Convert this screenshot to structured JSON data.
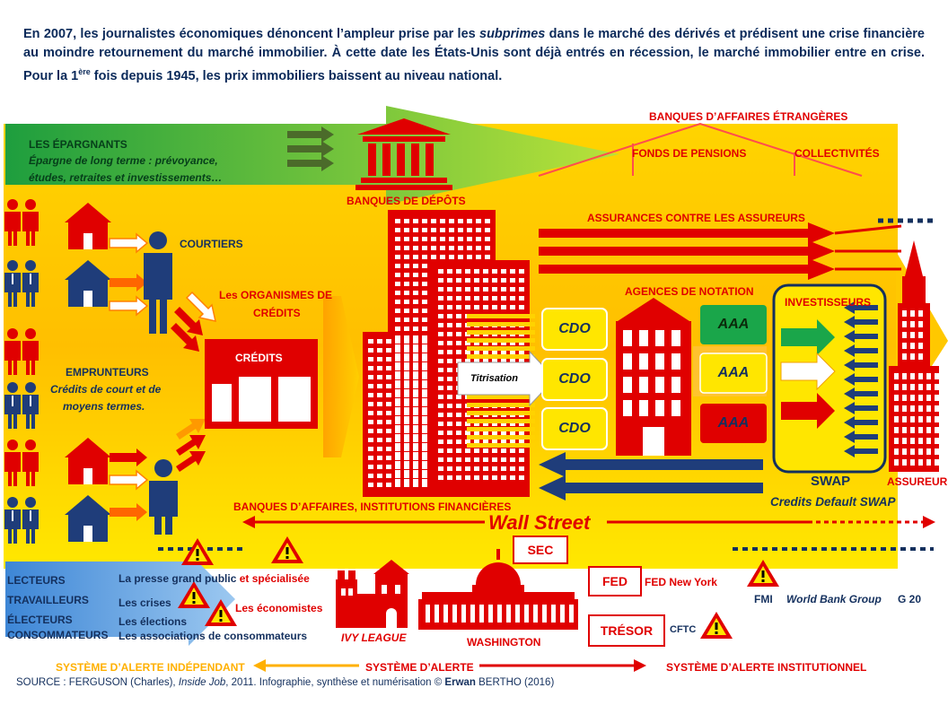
{
  "intro": {
    "part1": "En 2007, les journalistes économiques dénoncent l’ampleur prise par les ",
    "emph": "subprimes",
    "part2": " dans le marché des dérivés et prédisent une crise financière au moindre retournement du marché immobilier. À cette date les États-Unis sont déjà entrés en récession, le marché immobilier entre en crise. Pour la 1",
    "sup": "ère",
    "part3": " fois depuis 1945, les prix immobiliers baissent au niveau national."
  },
  "labels": {
    "epargnants_title": "LES ÉPARGNANTS",
    "epargnants_line1": "Épargne de long terme : prévoyance,",
    "epargnants_line2": "études, retraites et investissements…",
    "banques_etrangeres": "BANQUES D’AFFAIRES ÉTRANGÈRES",
    "fonds_pensions": "FONDS DE PENSIONS",
    "collectivites": "COLLECTIVITÉS",
    "banques_depots": "BANQUES DE DÉPÔTS",
    "assurances": "ASSURANCES CONTRE LES ASSUREURS",
    "courtiers": "COURTIERS",
    "organismes_line1": "Les ORGANISMES DE",
    "organismes_line2": "CRÉDITS",
    "credits": "CRÉDITS",
    "agences": "AGENCES DE NOTATION",
    "investisseurs": "INVESTISSEURS",
    "emprunteurs_title": "EMPRUNTEURS",
    "emprunteurs_line1": "Crédits de court et de",
    "emprunteurs_line2": "moyens termes.",
    "titrisation": "Titrisation",
    "cdo1": "CDO",
    "cdo2": "CDO",
    "cdo3": "CDO",
    "aaa1": "AAA",
    "aaa2": "AAA",
    "aaa3": "AAA",
    "swap": "SWAP",
    "cds": "Credits Default SWAP",
    "assureurs": "ASSUREURS",
    "banques_affaires": "BANQUES D’AFFAIRES, INSTITUTIONS FINANCIÈRES",
    "wall_street": "Wall Street",
    "sec": "SEC",
    "fed": "FED",
    "fed_ny": "FED New York",
    "tresor": "TRÉSOR",
    "cftc": "CFTC",
    "fmi": "FMI",
    "world_bank": "World Bank Group",
    "g20": "G 20",
    "lecteurs": "LECTEURS",
    "travailleurs": "TRAVAILLEURS",
    "electeurs": "ÉLECTEURS",
    "consommateurs": "CONSOMMATEURS",
    "presse_a": "La presse grand public",
    "presse_b": " et spécialisée",
    "crises": "Les crises",
    "economistes": "Les économistes",
    "elections": "Les élections",
    "associations": "Les associations de consommateurs",
    "ivy": "IVY LEAGUE",
    "washington": "WASHINGTON",
    "alerte_indep": "SYSTÈME D’ALERTE INDÉPENDANT",
    "alerte": "SYSTÈME D’ALERTE",
    "alerte_inst": "SYSTÈME D’ALERTE INSTITUTIONNEL"
  },
  "footer": {
    "part1": "SOURCE : FERGUSON (Charles), ",
    "title": "Inside Job",
    "part2": ", 2011. Infographie, synthèse et numérisation © ",
    "author_bold": "Erwan",
    "part3": " BERTHO (2016)"
  },
  "colors": {
    "red": "#e00000",
    "navy": "#14305e",
    "yellow": "#ffe600",
    "orange": "#ffb300",
    "green": "#1aa64a",
    "blue": "#4a90d9"
  }
}
